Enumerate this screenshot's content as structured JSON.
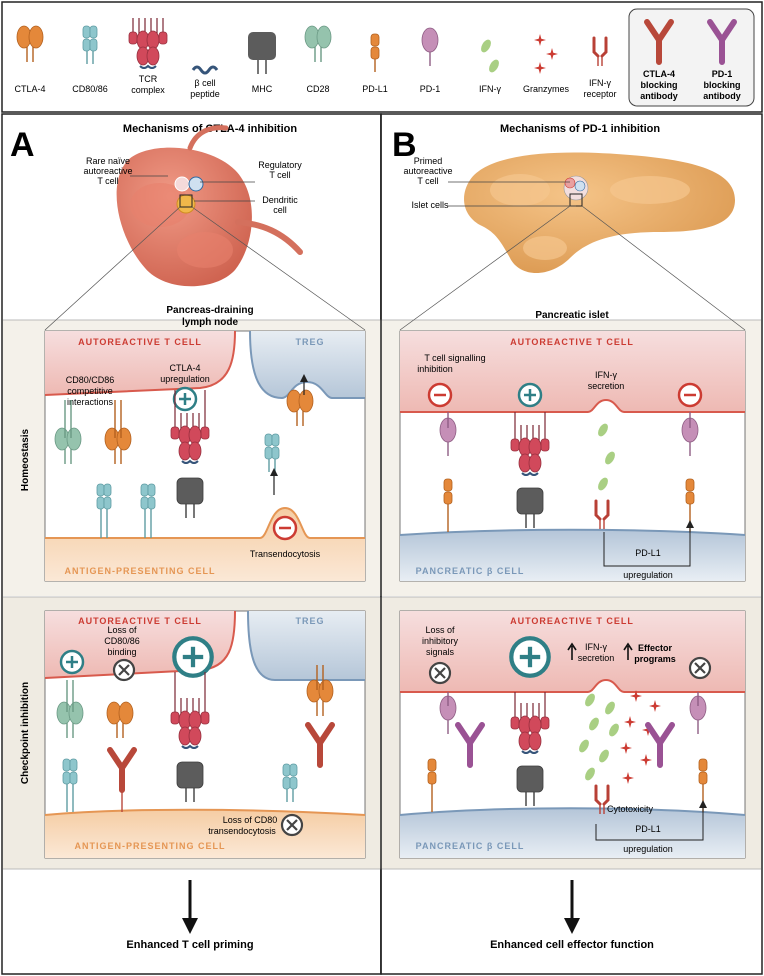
{
  "legend": {
    "items": [
      {
        "label": "CTLA-4",
        "icon": "ctla4-icon"
      },
      {
        "label": "CD80/86",
        "icon": "cd80-86-icon"
      },
      {
        "label": "TCR",
        "label2": "complex",
        "icon": "tcr-complex-icon"
      },
      {
        "label": "β cell",
        "label2": "peptide",
        "icon": "beta-cell-peptide-icon"
      },
      {
        "label": "MHC",
        "icon": "mhc-icon"
      },
      {
        "label": "CD28",
        "icon": "cd28-icon"
      },
      {
        "label": "PD-L1",
        "icon": "pdl1-icon"
      },
      {
        "label": "PD-1",
        "icon": "pd1-icon"
      },
      {
        "label": "IFN-γ",
        "icon": "ifn-gamma-icon"
      },
      {
        "label": "Granzymes",
        "icon": "granzymes-icon"
      },
      {
        "label": "IFN-γ",
        "label2": "receptor",
        "icon": "ifn-gamma-receptor-icon"
      }
    ],
    "boxed": [
      {
        "label": "CTLA-4",
        "label2": "blocking",
        "label3": "antibody"
      },
      {
        "label": "PD-1",
        "label2": "blocking",
        "label3": "antibody"
      }
    ]
  },
  "panelA": {
    "letter": "A",
    "title": "Mechanisms of CTLA-4 inhibition",
    "callouts": {
      "naive": [
        "Rare naïve",
        "autoreactive",
        "T cell"
      ],
      "treg": [
        "Regulatory",
        "T cell"
      ],
      "dc": [
        "Dendritic",
        "cell"
      ]
    },
    "organ_label": [
      "Pancreas-draining",
      "lymph node"
    ],
    "homeostasis": {
      "top_cell": "AUTOREACTIVE T CELL",
      "treg": "TREG",
      "bottom_cell": "ANTIGEN-PRESENTING CELL",
      "competitive": [
        "CD80/CD86",
        "competitive",
        "interactions"
      ],
      "upregulation": [
        "CTLA-4",
        "upregulation"
      ],
      "transendocytosis": "Transendocytosis"
    },
    "checkpoint": {
      "top_cell": "AUTOREACTIVE T CELL",
      "treg": "TREG",
      "bottom_cell": "ANTIGEN-PRESENTING CELL",
      "loss_binding": [
        "Loss of",
        "CD80/86",
        "binding"
      ],
      "loss_trans": [
        "Loss of CD80",
        "transendocytosis"
      ]
    },
    "outcome": "Enhanced T cell priming"
  },
  "panelB": {
    "letter": "B",
    "title": "Mechanisms of PD-1 inhibition",
    "callouts": {
      "primed": [
        "Primed",
        "autoreactive",
        "T cell"
      ],
      "islet": "Islet cells"
    },
    "organ_label": "Pancreatic islet",
    "homeostasis": {
      "top_cell": "AUTOREACTIVE T CELL",
      "bottom_cell": "PANCREATIC β CELL",
      "signalling": [
        "T cell signalling",
        "inhibition"
      ],
      "ifn": [
        "IFN-γ",
        "secretion"
      ],
      "pdl1_up": [
        "PD-L1",
        "upregulation"
      ]
    },
    "checkpoint": {
      "top_cell": "AUTOREACTIVE T CELL",
      "bottom_cell": "PANCREATIC β CELL",
      "loss_signals": [
        "Loss of",
        "inhibitory",
        "signals"
      ],
      "ifn": [
        "IFN-γ",
        "secretion"
      ],
      "effector": [
        "Effector",
        "programs"
      ],
      "cytotoxicity": "Cytotoxicity",
      "pdl1_up": [
        "PD-L1",
        "upregulation"
      ]
    },
    "outcome": "Enhanced cell effector function"
  },
  "row_labels": {
    "homeostasis": "Homeostasis",
    "checkpoint": "Checkpoint inhibition"
  },
  "colors": {
    "ctla4": "#e4883a",
    "cd80": "#8ec6cc",
    "tcr": "#d1495b",
    "mhc": "#5c5c5c",
    "cd28": "#95c3ad",
    "pdl1": "#e4883a",
    "pd1": "#c58fb7",
    "ifn": "#a9cf83",
    "granzyme": "#cc3b32",
    "receptor": "#b84036",
    "ctla4_ab": "#b8483a",
    "pd1_ab": "#9a5294",
    "tcell": "#f2c9c4",
    "tcell_line": "#d85a4d",
    "apc": "#f8dcc0",
    "apc_line": "#e59654",
    "treg": "#c7d5e2",
    "beta": "#c8d5e3"
  }
}
